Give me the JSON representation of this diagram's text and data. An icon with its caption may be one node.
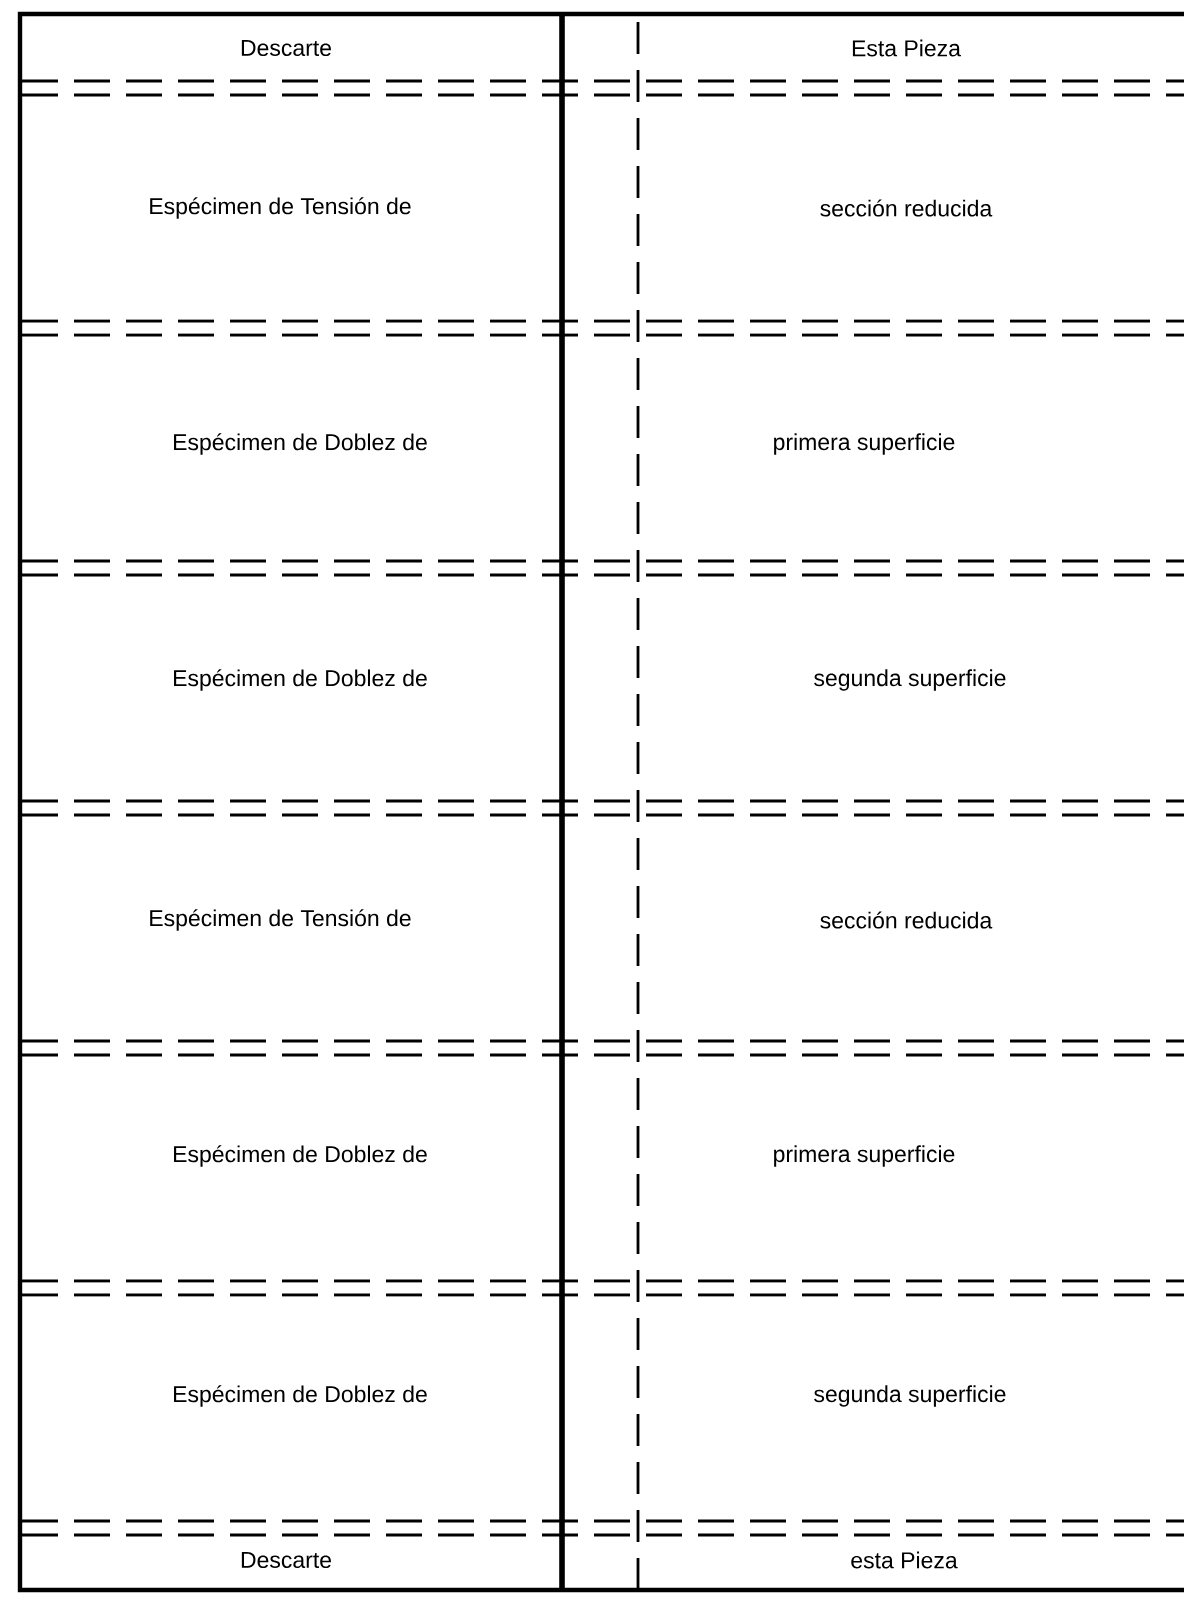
{
  "diagram": {
    "labels": [
      "Descarte",
      "Esta Pieza",
      "Espécimen de Tensión de",
      "sección reducida",
      "Espécimen de Doblez de",
      "primera superficie",
      "Espécimen de Doblez de",
      "segunda superficie",
      "Espécimen de Tensión de",
      "sección reducida",
      "Espécimen de Doblez de",
      "primera superficie",
      "Espécimen de Doblez de",
      "segunda superficie",
      "Descarte",
      "esta Pieza"
    ]
  }
}
